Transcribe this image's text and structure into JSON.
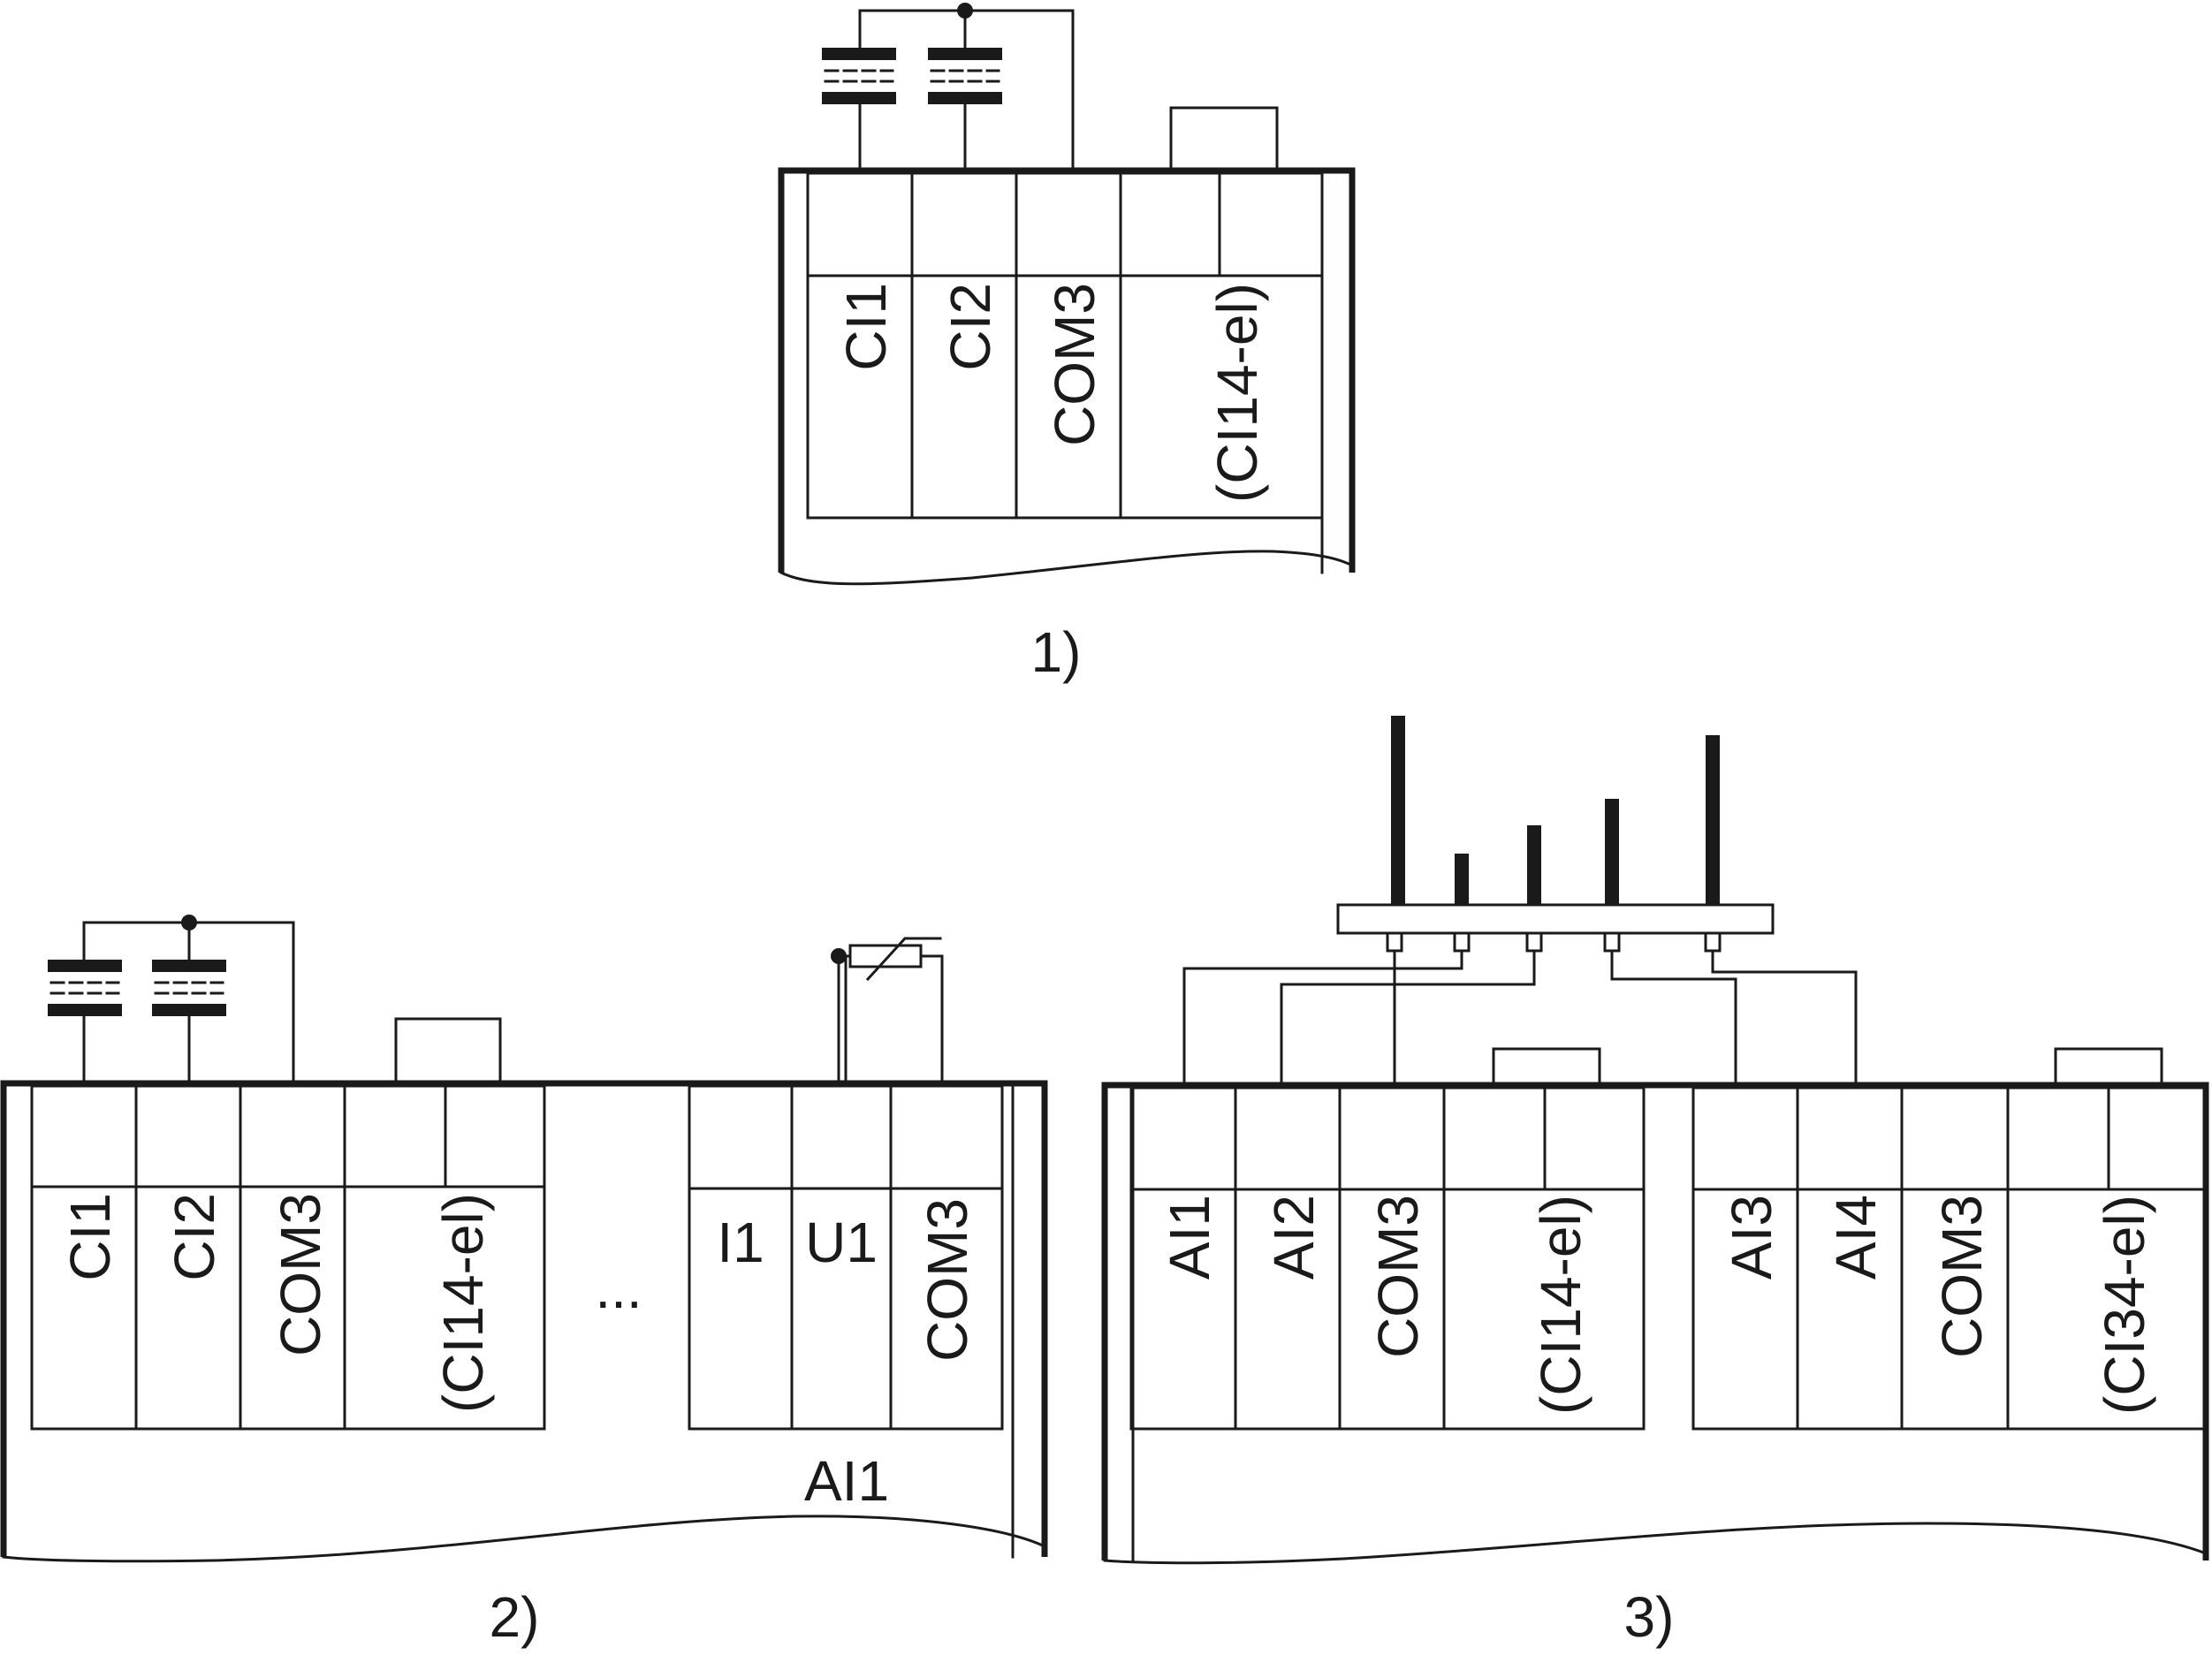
{
  "diagram1": {
    "caption": "1)",
    "terminals": [
      "CI1",
      "CI2",
      "COM3",
      "(CI14-el)"
    ]
  },
  "diagram2": {
    "caption": "2)",
    "left_terminals": [
      "CI1",
      "CI2",
      "COM3",
      "(CI14-el)"
    ],
    "ellipsis": "...",
    "right_terminals": [
      "I1",
      "U1",
      "COM3"
    ],
    "module_label": "AI1"
  },
  "diagram3": {
    "caption": "3)",
    "left_terminals": [
      "AI1",
      "AI2",
      "COM3",
      "(CI14-el)"
    ],
    "right_terminals": [
      "AI3",
      "AI4",
      "COM3",
      "(CI34-el)"
    ]
  }
}
